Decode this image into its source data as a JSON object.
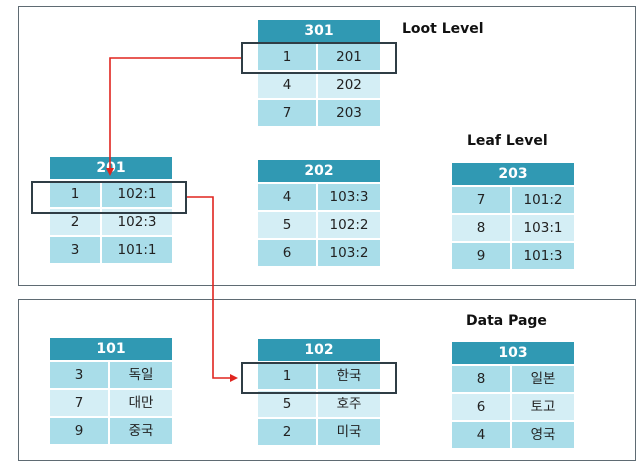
{
  "labels": {
    "root": "Loot Level",
    "leaf": "Leaf Level",
    "data": "Data Page"
  },
  "tables": {
    "t301": {
      "title": "301",
      "rows": [
        {
          "key": "1",
          "val": "201"
        },
        {
          "key": "4",
          "val": "202"
        },
        {
          "key": "7",
          "val": "203"
        }
      ]
    },
    "t201": {
      "title": "201",
      "rows": [
        {
          "key": "1",
          "val": "102:1"
        },
        {
          "key": "2",
          "val": "102:3"
        },
        {
          "key": "3",
          "val": "101:1"
        }
      ]
    },
    "t202": {
      "title": "202",
      "rows": [
        {
          "key": "4",
          "val": "103:3"
        },
        {
          "key": "5",
          "val": "102:2"
        },
        {
          "key": "6",
          "val": "103:2"
        }
      ]
    },
    "t203": {
      "title": "203",
      "rows": [
        {
          "key": "7",
          "val": "101:2"
        },
        {
          "key": "8",
          "val": "103:1"
        },
        {
          "key": "9",
          "val": "101:3"
        }
      ]
    },
    "t101": {
      "title": "101",
      "rows": [
        {
          "key": "3",
          "val": "독일"
        },
        {
          "key": "7",
          "val": "대만"
        },
        {
          "key": "9",
          "val": "중국"
        }
      ]
    },
    "t102": {
      "title": "102",
      "rows": [
        {
          "key": "1",
          "val": "한국"
        },
        {
          "key": "5",
          "val": "호주"
        },
        {
          "key": "2",
          "val": "미국"
        }
      ]
    },
    "t103": {
      "title": "103",
      "rows": [
        {
          "key": "8",
          "val": "일본"
        },
        {
          "key": "6",
          "val": "토고"
        },
        {
          "key": "4",
          "val": "영국"
        }
      ]
    }
  },
  "colors": {
    "header": "#3099b3",
    "row_dark": "#a9dde9",
    "row_light": "#d4eef5",
    "arrow": "#e0251f",
    "highlight_border": "#2f3d45"
  }
}
